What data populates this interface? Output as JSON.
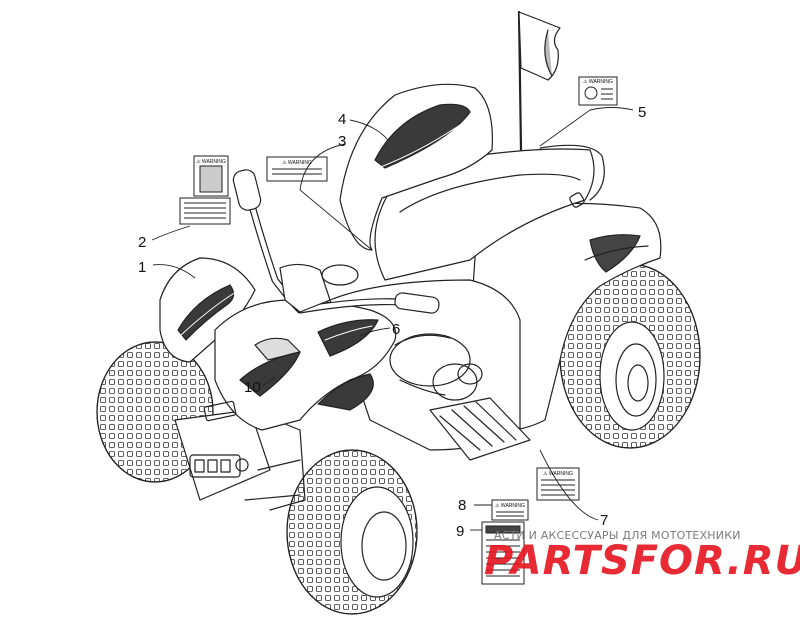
{
  "callouts": [
    "1",
    "2",
    "3",
    "4",
    "5",
    "6",
    "7",
    "8",
    "9",
    "10"
  ],
  "decal_headers": {
    "d2": "⚠ WARNING",
    "d3": "⚠ WARNING",
    "d5": "⚠ WARNING",
    "d7": "⚠ WARNING",
    "d8": "⚠ WARNING"
  },
  "watermark": {
    "text": "АСТИ И АКСЕССУАРЫ ДЛЯ МОТОТЕХНИКИ",
    "logo": "PARTSFOR.RU"
  },
  "colors": {
    "line": "#222222",
    "watermark_logo": "#e5141f",
    "watermark_text": "#7a7a7a"
  }
}
